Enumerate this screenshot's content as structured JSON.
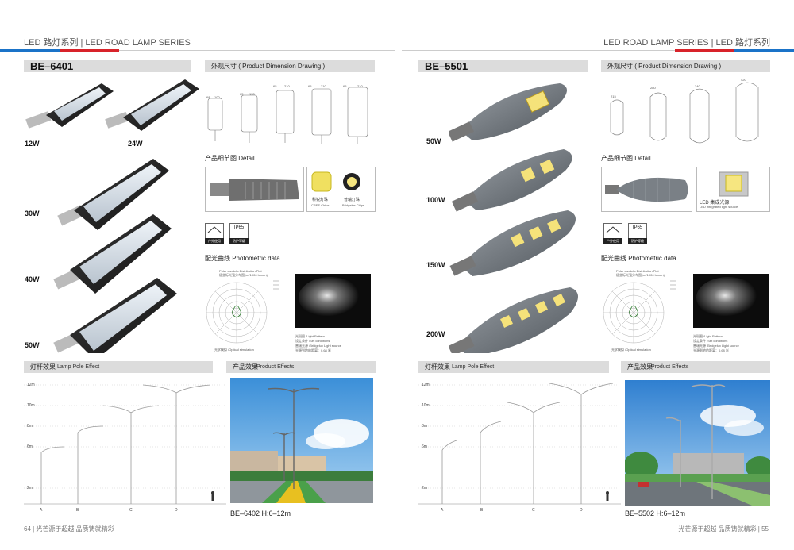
{
  "header": {
    "left_series": "LED 路灯系列 | LED ROAD LAMP SERIES",
    "right_series": "LED ROAD LAMP SERIES | LED 路灯系列"
  },
  "left": {
    "model": "BE–6401",
    "watts": [
      "12W",
      "24W",
      "30W",
      "40W",
      "50W"
    ],
    "dimension_title": "外观尺寸 ( Product Dimension Drawing )",
    "dimension_labels": [
      {
        "w": "68",
        "w2": "100"
      },
      {
        "w": "65",
        "w2": "135"
      },
      {
        "w": "65",
        "w2": "210"
      },
      {
        "w": "65",
        "w2": "210"
      },
      {
        "w": "65",
        "w2": "210"
      }
    ],
    "detail_title": "产品细节图 Detail",
    "chip1": "科锐灯珠",
    "chip1_en": "CREE Chips",
    "chip2": "普瑞灯珠",
    "chip2_en": "Bridgelux Chips",
    "ip": "IP65",
    "ip_cn": "防护等级",
    "outdoor_cn": "户外使用",
    "photometric_title": "配光曲线 Photometric data",
    "polar_title1": "Polar candela Distribution Plot",
    "polar_title2": "极坐标光强分布图(cd/1000 lumen)",
    "optical_sim": "光学模拟 /Optical simulation",
    "pattern_lines": [
      "光斑图 /Light Pattern",
      "设定条件 /Set conditions",
      "普瑞光源 /Bridgelux Light source",
      "光源到地的距离：0.68 米"
    ],
    "pole_title": "灯杆效果",
    "pole_title_en": "Lamp Pole Effect",
    "pole_heights": [
      "12m",
      "10m",
      "8m",
      "6m",
      "2m"
    ],
    "pole_letters": [
      "A",
      "B",
      "C",
      "D"
    ],
    "product_title": "产品效果",
    "product_title_en": "Product Effects",
    "product_model": "BE–6402   H:6–12m"
  },
  "right": {
    "model": "BE–5501",
    "watts": [
      "50W",
      "100W",
      "150W",
      "200W"
    ],
    "dimension_title": "外观尺寸 ( Product Dimension Drawing )",
    "dimension_labels": [
      "215",
      "280",
      "340",
      "420"
    ],
    "detail_title": "产品细节图 Detail",
    "chip_cn": "LED 集成光源",
    "chip_en": "LED integrated light source",
    "ip": "IP65",
    "ip_cn": "防护等级",
    "outdoor_cn": "户外使用",
    "photometric_title": "配光曲线 Photometric data",
    "polar_title1": "Polar candela Distribution Plot",
    "polar_title2": "极坐标光强分布图(cd/1000 lumen)",
    "optical_sim": "光学模拟 /Optical simulation",
    "pattern_lines": [
      "光斑图 /Light Pattern",
      "设定条件 /Set conditions",
      "普瑞光源 /Bridgelux Light source",
      "光源到地的距离：0.68 米"
    ],
    "pole_title": "灯杆效果",
    "pole_title_en": "Lamp Pole Effect",
    "pole_heights": [
      "12m",
      "10m",
      "8m",
      "6m",
      "2m"
    ],
    "pole_letters": [
      "A",
      "B",
      "C",
      "D"
    ],
    "product_title": "产品效果",
    "product_title_en": "Product Effects",
    "product_model": "BE–5502   H:6–12m"
  },
  "footer": {
    "left": "64 | 光芒源于超越  品质铸就精彩",
    "right": "光芒源于超越  品质铸就精彩 | 55"
  }
}
